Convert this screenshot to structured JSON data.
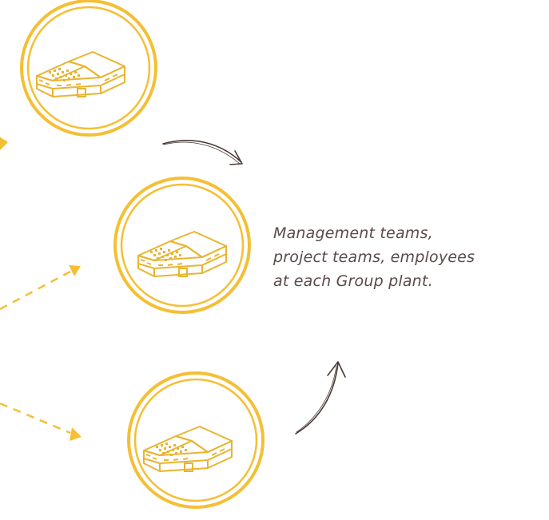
{
  "caption": {
    "lines": [
      "Management teams,",
      "project teams, employees",
      "at each Group plant."
    ]
  },
  "colors": {
    "accent": "#f5bf35",
    "line_art": "#e9b431",
    "text": "#5a4a4a",
    "arrow": "#4a3a36"
  },
  "icons": {
    "node": "factory-building-icon"
  }
}
